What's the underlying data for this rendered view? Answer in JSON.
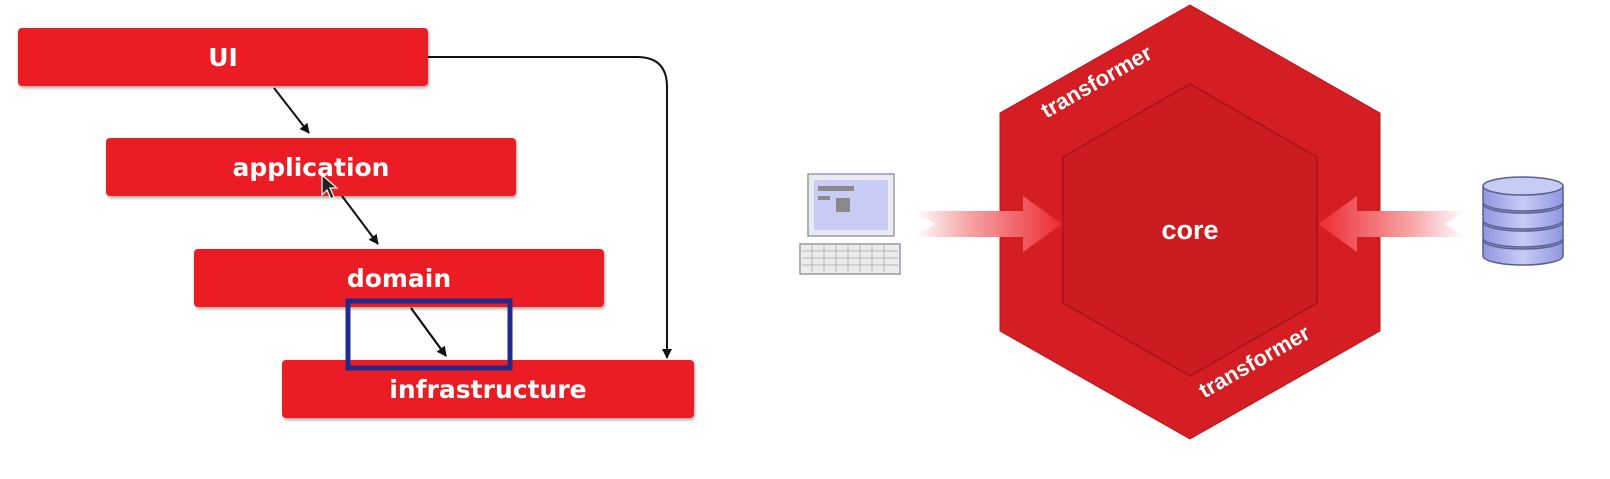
{
  "layers_diagram": {
    "ui": "UI",
    "application": "application",
    "domain": "domain",
    "infrastructure": "infrastructure"
  },
  "hexagon_diagram": {
    "core": "core",
    "transformer_top": "transformer",
    "transformer_bottom": "transformer"
  },
  "colors": {
    "layer_red": "#ec1c24",
    "hex_outer": "#d41e24",
    "hex_inner": "#cc1b21",
    "highlight_box": "#1f2a8c",
    "database": "#b7bdf0"
  },
  "icons": [
    "computer-icon",
    "database-icon",
    "cursor-icon"
  ]
}
